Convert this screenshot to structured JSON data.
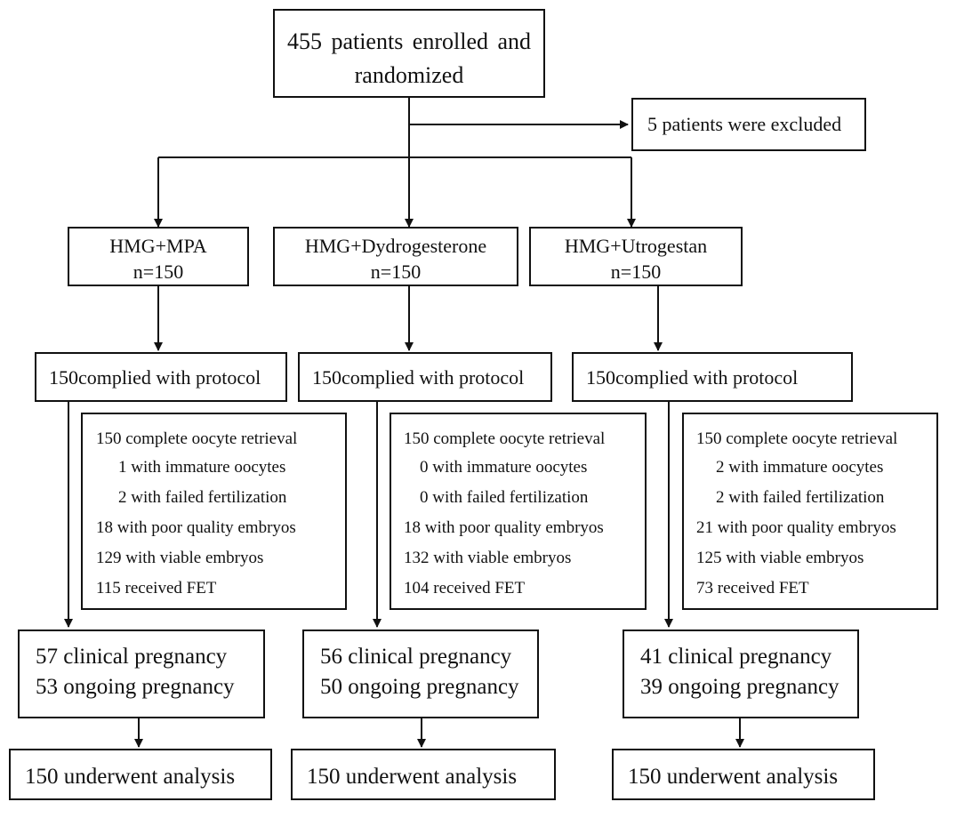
{
  "enrollment": {
    "text": "455 patients enrolled and randomized"
  },
  "exclusion": {
    "text": "5 patients were excluded"
  },
  "groups": [
    {
      "name": "HMG+MPA",
      "n": "n=150",
      "compliance": "150complied with protocol",
      "details": [
        "150 complete oocyte retrieval",
        "1 with immature oocytes",
        "2 with failed fertilization",
        "18 with poor quality embryos",
        "129 with viable embryos",
        "115 received FET"
      ],
      "outcomes": [
        "57 clinical pregnancy",
        "53 ongoing pregnancy"
      ],
      "analysis": "150 underwent analysis"
    },
    {
      "name": "HMG+Dydrogesterone",
      "n": "n=150",
      "compliance": "150complied with protocol",
      "details": [
        "150 complete oocyte retrieval",
        "0 with immature oocytes",
        "0 with failed fertilization",
        "18 with poor quality embryos",
        "132 with viable embryos",
        "104 received FET"
      ],
      "outcomes": [
        "56 clinical pregnancy",
        "50 ongoing pregnancy"
      ],
      "analysis": "150 underwent analysis"
    },
    {
      "name": "HMG+Utrogestan",
      "n": "n=150",
      "compliance": "150complied with protocol",
      "details": [
        "150 complete oocyte retrieval",
        "2 with immature oocytes",
        "2 with failed fertilization",
        "21 with poor quality embryos",
        "125 with viable embryos",
        "73 received FET"
      ],
      "outcomes": [
        "41 clinical pregnancy",
        "39 ongoing pregnancy"
      ],
      "analysis": "150 underwent analysis"
    }
  ]
}
